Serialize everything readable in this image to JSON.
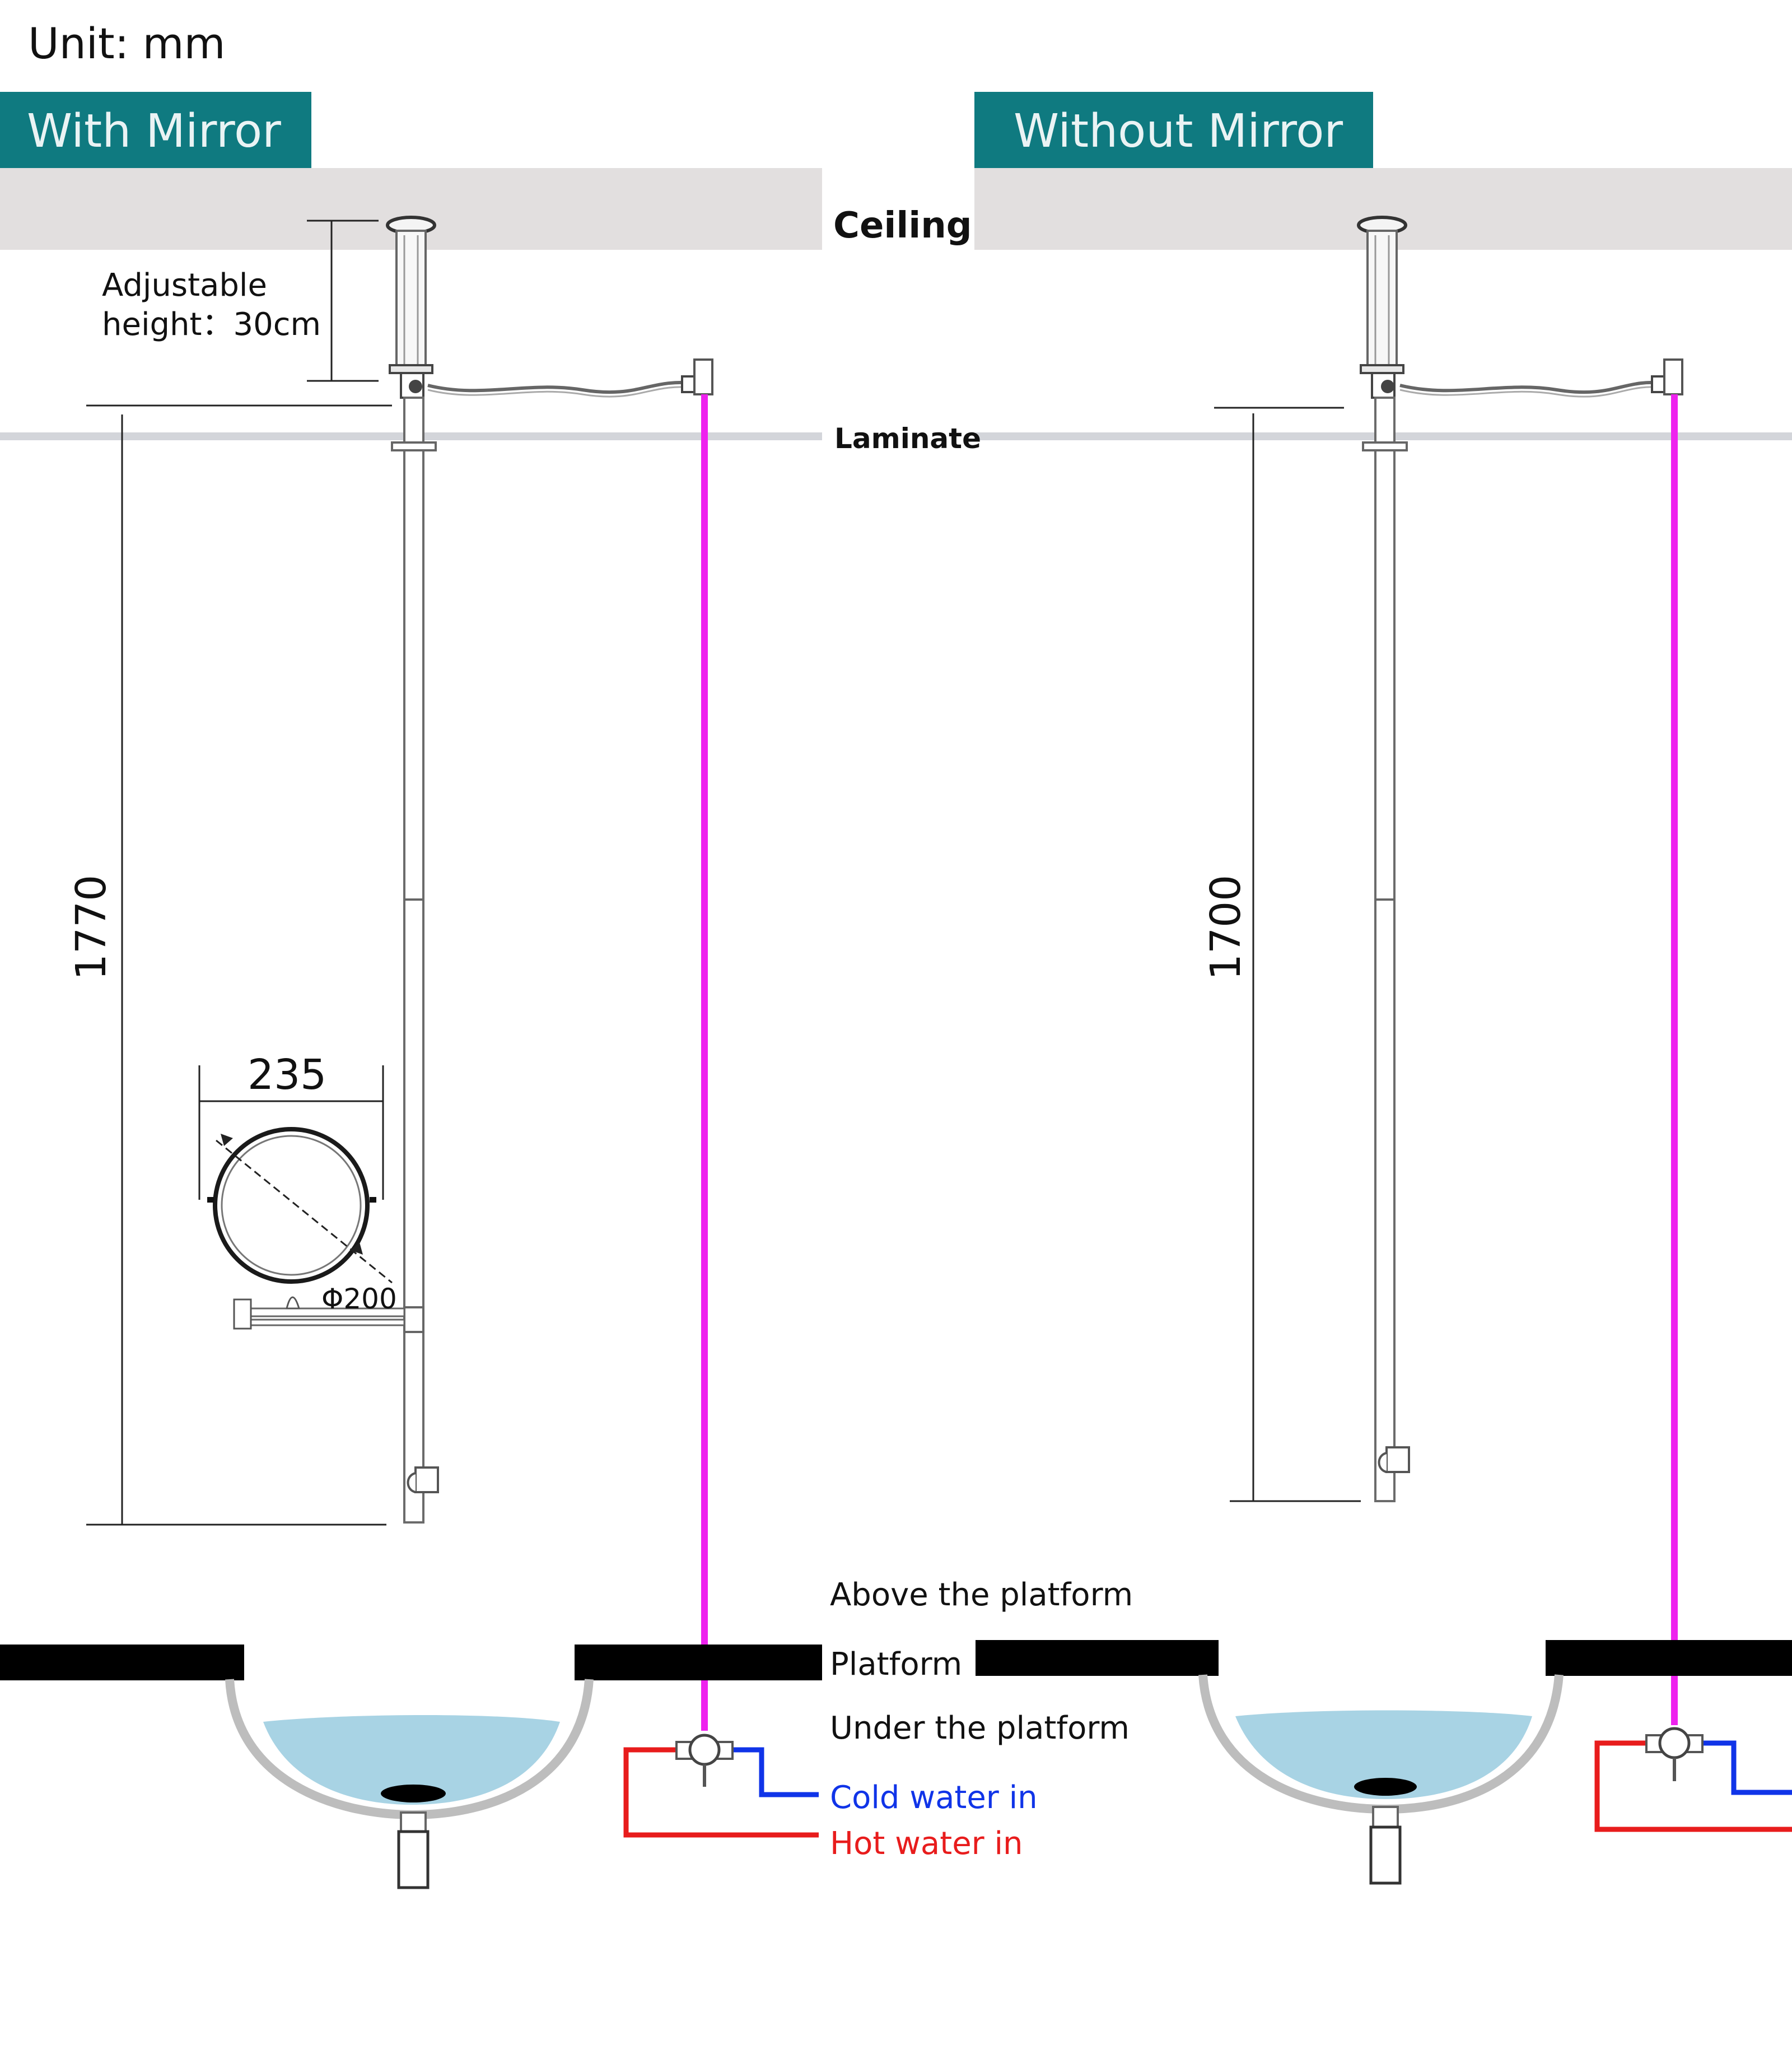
{
  "unit_label": "Unit: mm",
  "panels": {
    "left": {
      "tab_label": "With Mirror",
      "height_dim": "1770",
      "mirror_width": "235",
      "mirror_diameter": "Φ200"
    },
    "right": {
      "tab_label": "Without Mirror",
      "height_dim": "1700"
    }
  },
  "adjustable": {
    "line1": "Adjustable",
    "line2": "height：30cm"
  },
  "labels": {
    "ceiling": "Ceiling",
    "laminate": "Laminate",
    "above_platform": "Above the platform",
    "platform": "Platform",
    "under_platform": "Under the platform",
    "cold_water": "Cold water in",
    "hot_water": "Hot water in"
  },
  "colors": {
    "tab": "#0f7a80",
    "ceiling": "#e2dfdf",
    "magenta_pipe": "#ee22ee",
    "cold": "#1034e8",
    "hot": "#e81c1c",
    "water": "#a8d3e4",
    "platform": "#000000"
  }
}
